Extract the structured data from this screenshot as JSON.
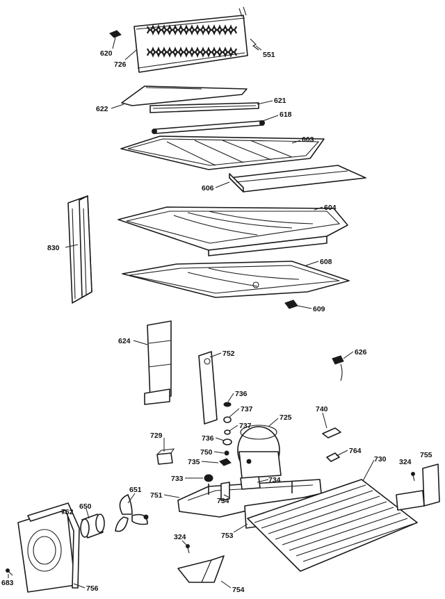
{
  "callouts": {
    "c620": "620",
    "c726": "726",
    "c551": "551",
    "c622": "622",
    "c621": "621",
    "c618": "618",
    "c603": "603",
    "c606": "606",
    "c604": "604",
    "c830": "830",
    "c608": "608",
    "c609": "609",
    "c624": "624",
    "c752": "752",
    "c626": "626",
    "c736a": "736",
    "c737a": "737",
    "c737b": "737",
    "c736b": "736",
    "c725": "725",
    "c740": "740",
    "c729": "729",
    "c750": "750",
    "c764": "764",
    "c730": "730",
    "c324a": "324",
    "c755": "755",
    "c735": "735",
    "c733": "733",
    "c734a": "734",
    "c734b": "734",
    "c651": "651",
    "c751": "751",
    "c762": "762",
    "c650": "650",
    "c753": "753",
    "c756": "756",
    "c683": "683",
    "c324b": "324",
    "c754": "754"
  }
}
